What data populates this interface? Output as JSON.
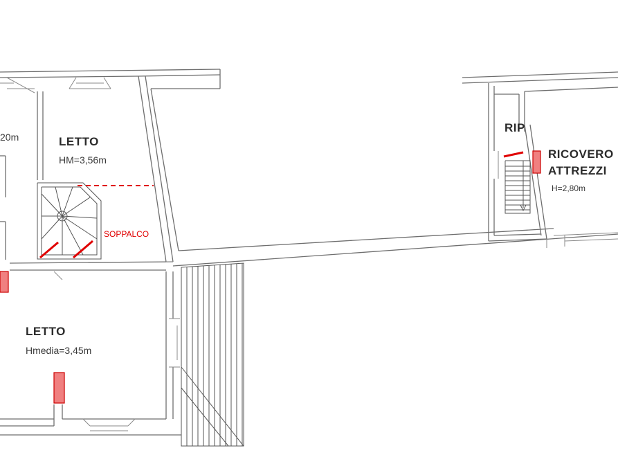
{
  "plan": {
    "rooms": [
      {
        "name": "LETTO",
        "height": "HM=3,56m"
      },
      {
        "name": "LETTO",
        "height": "Hmedia=3,45m"
      },
      {
        "name": "RIP",
        "height": ""
      },
      {
        "name_line1": "RICOVERO",
        "name_line2": "ATTREZZI",
        "height": "H=2,80m"
      }
    ],
    "partial_label": "20m",
    "mezzanine_label": "SOPPALCO",
    "accent_color": "#e00000",
    "marker_color": "#f08080"
  }
}
